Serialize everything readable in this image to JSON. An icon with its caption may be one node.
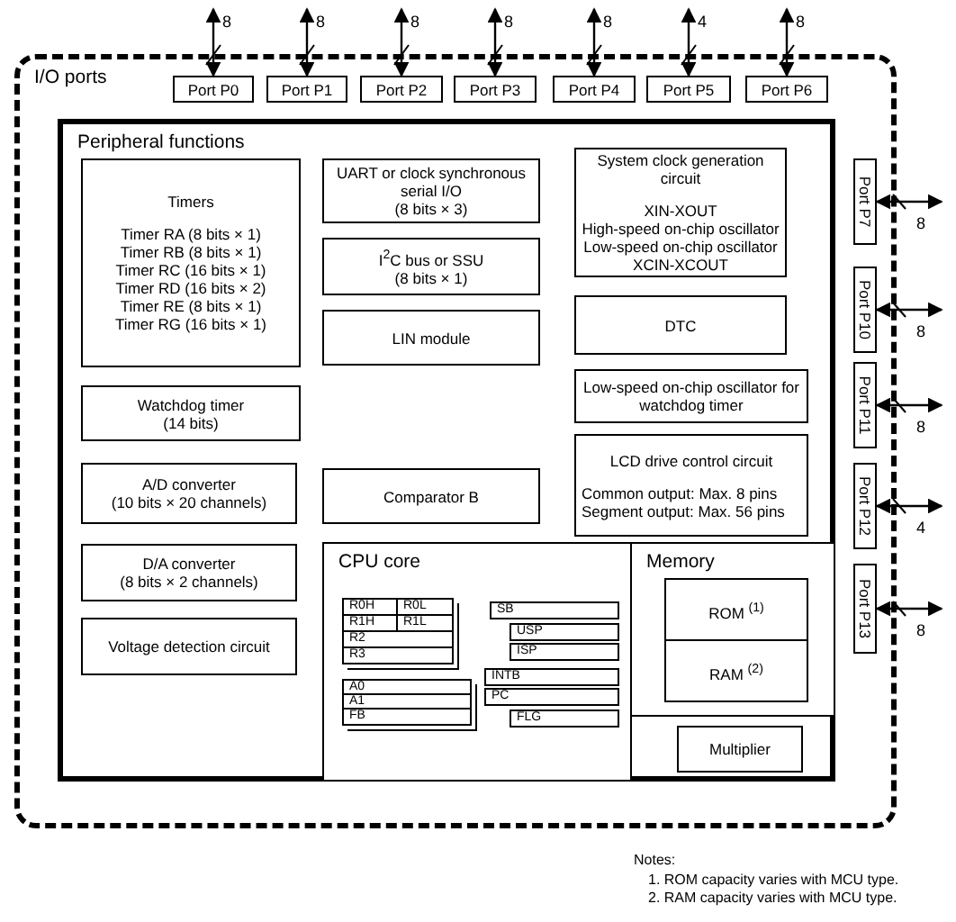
{
  "diagram": {
    "nodes": [
      {
        "text": [
          "I/O ports"
        ]
      },
      {
        "text": [
          "Port P0"
        ],
        "in": 0
      },
      {
        "text": [
          "Port P1"
        ],
        "in": 0
      },
      {
        "text": [
          "Port P2"
        ],
        "in": 0
      },
      {
        "text": [
          "Port P3"
        ],
        "in": 0
      },
      {
        "text": [
          "Port P4"
        ],
        "in": 0
      },
      {
        "text": [
          "Port P5"
        ],
        "in": 0
      },
      {
        "text": [
          "Port P6"
        ],
        "in": 0
      },
      {
        "text": [
          "Port P7"
        ],
        "in": 0
      },
      {
        "text": [
          "Port P10"
        ],
        "in": 0
      },
      {
        "text": [
          "Port P11"
        ],
        "in": 0
      },
      {
        "text": [
          "Port P12"
        ],
        "in": 0
      },
      {
        "text": [
          "Port P13"
        ],
        "in": 0
      },
      {
        "text": [
          "Peripheral functions"
        ],
        "in": 0
      },
      {
        "text": [
          "Timers",
          "Timer RA (8 bits × 1)",
          "Timer RB (8 bits × 1)",
          "Timer RC (16 bits × 1)",
          "Timer RD (16 bits × 2)",
          "Timer RE (8 bits × 1)",
          "Timer RG (16 bits × 1)"
        ],
        "in": 13
      },
      {
        "text": [
          "UART or clock synchronous serial I/O",
          "(8 bits × 3)"
        ],
        "in": 13
      },
      {
        "text": [
          "I$^{2}$C bus or SSU",
          "(8 bits × 1)"
        ],
        "in": 13
      },
      {
        "text": [
          "LIN module"
        ],
        "in": 13
      },
      {
        "text": [
          "System clock generation circuit",
          "XIN-XOUT",
          "High-speed on-chip oscillator",
          "Low-speed on-chip oscillator",
          "XCIN-XCOUT"
        ],
        "in": 13
      },
      {
        "text": [
          "DTC"
        ],
        "in": 13
      },
      {
        "text": [
          "Watchdog timer",
          "(14 bits)"
        ],
        "in": 13
      },
      {
        "text": [
          "Low-speed on-chip oscillator for watchdog timer"
        ],
        "in": 13
      },
      {
        "text": [
          "LCD drive control circuit",
          "Common output: Max. 8 pins",
          "Segment output: Max. 56 pins"
        ],
        "in": 13
      },
      {
        "text": [
          "A/D converter",
          "(10 bits × 20 channels)"
        ],
        "in": 13
      },
      {
        "text": [
          "Comparator B"
        ],
        "in": 13
      },
      {
        "text": [
          "D/A converter",
          "(8 bits × 2 channels)"
        ],
        "in": 13
      },
      {
        "text": [
          "Voltage detection circuit"
        ],
        "in": 13
      },
      {
        "text": [
          "CPU core"
        ],
        "in": 13
      },
      {
        "text": [
          "R0H"
        ],
        "in": 27
      },
      {
        "text": [
          "R0L"
        ],
        "in": 27
      },
      {
        "text": [
          "R1H"
        ],
        "in": 27
      },
      {
        "text": [
          "R1L"
        ],
        "in": 27
      },
      {
        "text": [
          "R2"
        ],
        "in": 27
      },
      {
        "text": [
          "R3"
        ],
        "in": 27
      },
      {
        "text": [
          "A0"
        ],
        "in": 27
      },
      {
        "text": [
          "A1"
        ],
        "in": 27
      },
      {
        "text": [
          "FB"
        ],
        "in": 27
      },
      {
        "text": [
          "SB"
        ],
        "in": 27
      },
      {
        "text": [
          "USP"
        ],
        "in": 27
      },
      {
        "text": [
          "ISP"
        ],
        "in": 27
      },
      {
        "text": [
          "INTB"
        ],
        "in": 27
      },
      {
        "text": [
          "PC"
        ],
        "in": 27
      },
      {
        "text": [
          "FLG"
        ],
        "in": 27
      },
      {
        "text": [
          "Memory"
        ],
        "in": 13
      },
      {
        "text": [
          "ROM $^{(1)}$"
        ],
        "in": 43
      },
      {
        "text": [
          "RAM $^{(2)}$"
        ],
        "in": 43
      },
      {
        "text": [
          "Multiplier"
        ],
        "in": 13
      }
    ],
    "edges": [
      {
        "from": null,
        "to": 1,
        "arrow": "both",
        "label": "8"
      },
      {
        "from": null,
        "to": 2,
        "arrow": "both",
        "label": "8"
      },
      {
        "from": null,
        "to": 3,
        "arrow": "both",
        "label": "8"
      },
      {
        "from": null,
        "to": 4,
        "arrow": "both",
        "label": "8"
      },
      {
        "from": null,
        "to": 5,
        "arrow": "both",
        "label": "8"
      },
      {
        "from": null,
        "to": 6,
        "arrow": "both",
        "label": "4"
      },
      {
        "from": null,
        "to": 7,
        "arrow": "both",
        "label": "8"
      },
      {
        "from": null,
        "to": 8,
        "arrow": "both",
        "label": "8"
      },
      {
        "from": null,
        "to": 9,
        "arrow": "both",
        "label": "8"
      },
      {
        "from": null,
        "to": 10,
        "arrow": "both",
        "label": "8"
      },
      {
        "from": null,
        "to": 11,
        "arrow": "both",
        "label": "4"
      },
      {
        "from": null,
        "to": 12,
        "arrow": "both",
        "label": "8"
      }
    ],
    "labels": [
      "Notes:",
      "1. ROM capacity varies with MCU type.",
      "2. RAM capacity varies with MCU type."
    ]
  }
}
